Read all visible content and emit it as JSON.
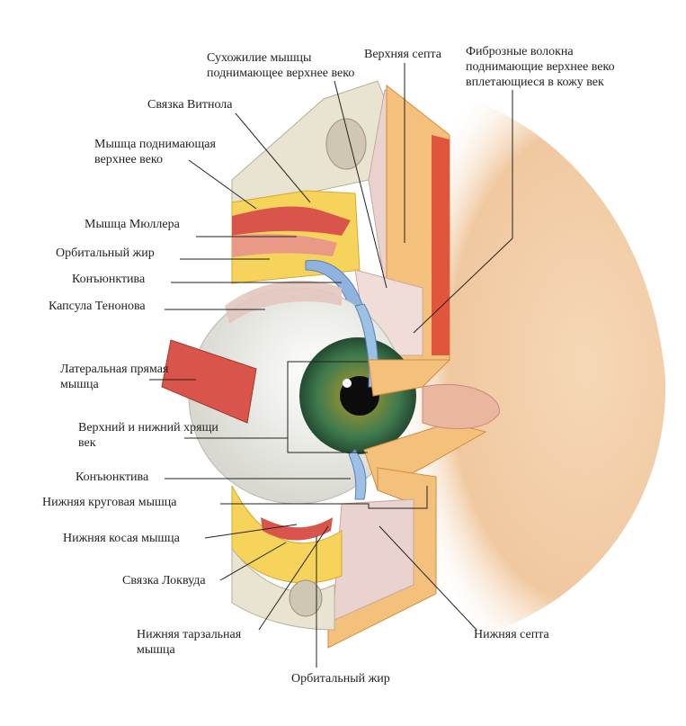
{
  "labels": {
    "tendon_levator": "Сухожилие мышцы\nподнимающее верхнее веко",
    "upper_septum": "Верхняя септа",
    "fibrous_fibers": "Фиброзные волокна\nподнимающие верхнее веко\nвплетающиеся в кожу век",
    "whitnall": "Связка Витнола",
    "levator_muscle": "Мышца поднимающая\nверхнее веко",
    "muller": "Мышца Мюллера",
    "orbital_fat_upper": "Орбитальный жир",
    "conjunctiva_upper": "Конъюнктива",
    "tenon": "Капсула Тенонова",
    "lateral_rectus": "Латеральная прямая\nмышца",
    "tarsi": "Верхний и нижний хрящи\nвек",
    "conjunctiva_lower": "Конъюнктива",
    "orbicularis_lower": "Нижняя круговая мышца",
    "inferior_oblique": "Нижняя косая мышца",
    "lockwood": "Связка Локвуда",
    "inferior_tarsal": "Нижняя тарзальная\nмышца",
    "orbital_fat_lower": "Орбитальный жир",
    "lower_septum": "Нижняя септа"
  },
  "colors": {
    "skin": "#f3cfa8",
    "skin_shadow": "#e8b48a",
    "bone": "#e9e4d2",
    "fat": "#f6d35a",
    "muscle": "#d9544a",
    "muscle_light": "#e99a86",
    "conjunctiva": "#8fb3de",
    "iris": "#3f7a4e",
    "sclera": "#f2f2ee",
    "septum": "#e8c9c2",
    "leader": "#222222"
  }
}
